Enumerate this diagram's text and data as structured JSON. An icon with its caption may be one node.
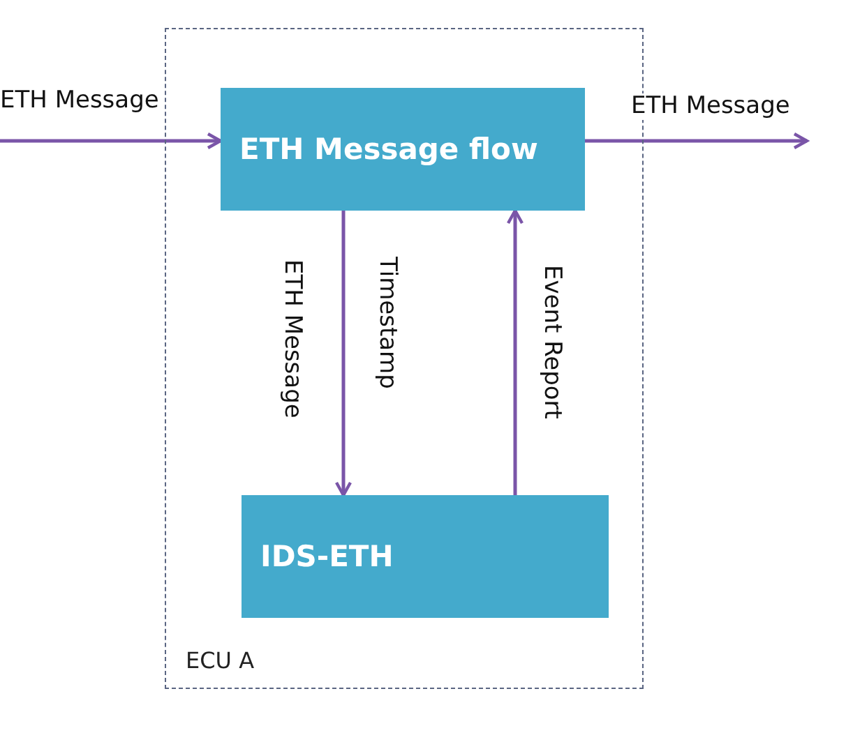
{
  "diagram": {
    "nodes": [
      {
        "text": [
          "ECU A"
        ]
      },
      {
        "text": [
          "ETH Message flow"
        ],
        "in": 0
      },
      {
        "text": [
          "IDS-ETH"
        ],
        "in": 0
      }
    ],
    "edges": [
      {
        "from": null,
        "to": 1,
        "arrow": "to",
        "label": "ETH Message"
      },
      {
        "from": 1,
        "to": null,
        "arrow": "to",
        "label": "ETH Message"
      },
      {
        "from": 1,
        "to": 2,
        "arrow": "to",
        "label": "ETH Message"
      },
      {
        "from": 2,
        "to": 1,
        "arrow": "to",
        "label": "Event Report"
      }
    ],
    "labels": [
      "Timestamp"
    ]
  }
}
